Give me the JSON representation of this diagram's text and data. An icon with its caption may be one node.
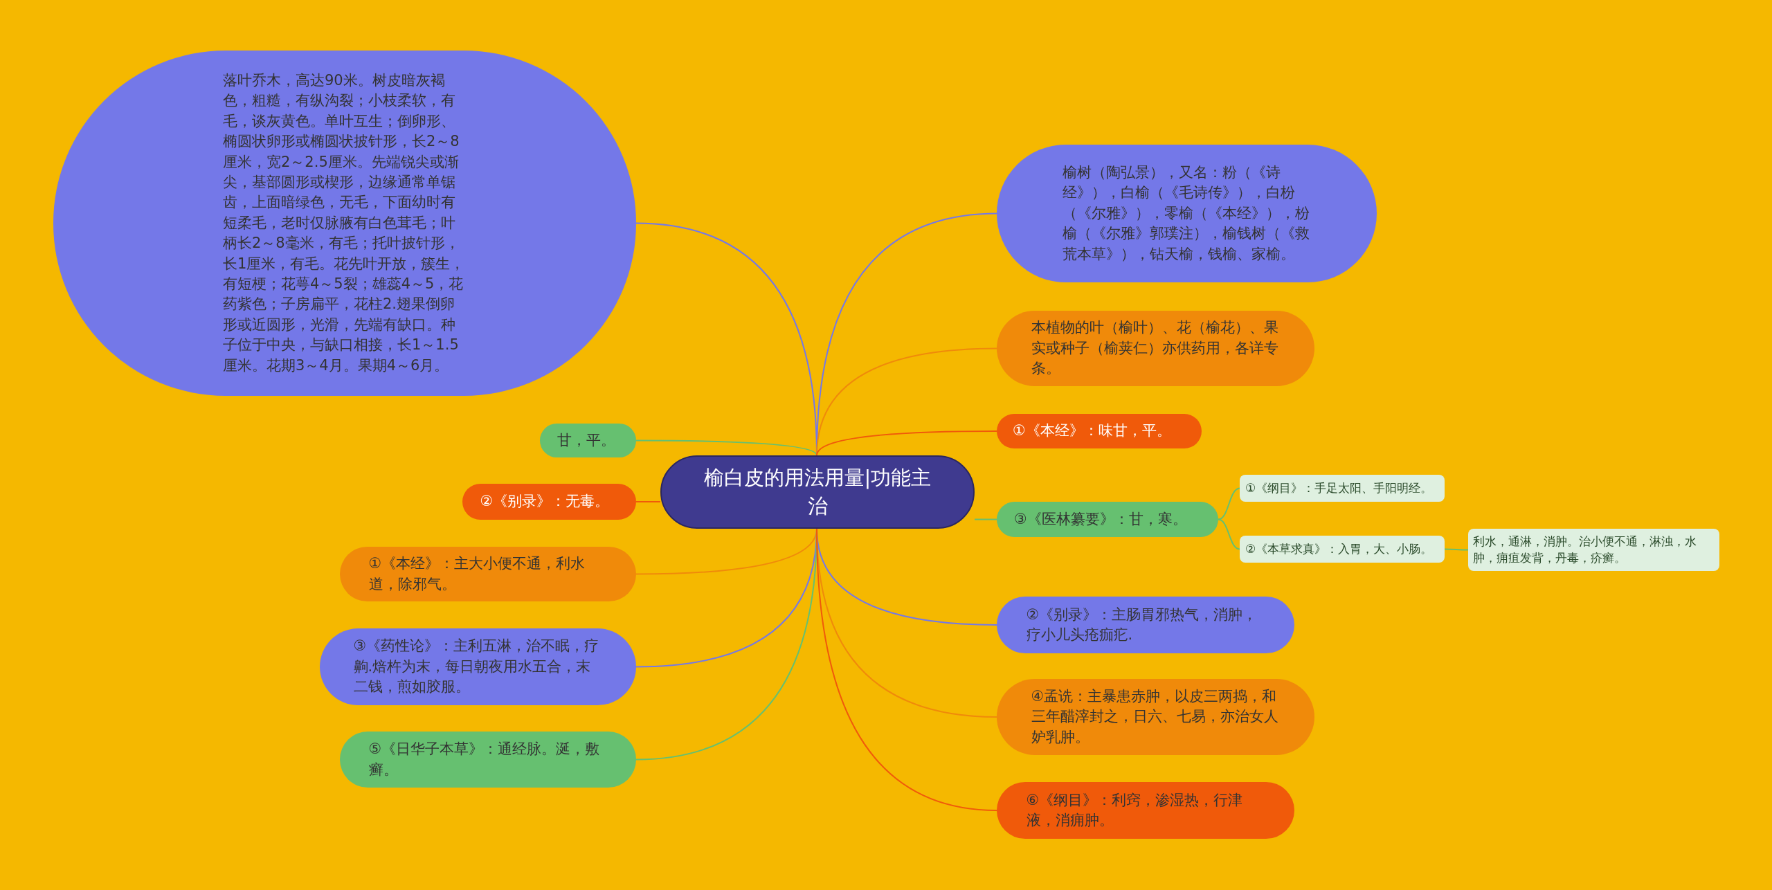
{
  "diagram": {
    "nodes": [
      {
        "text": [
          "榆白皮的用法用量|功能主治"
        ]
      },
      {
        "text": [
          "落叶乔木，高达90米。树皮暗灰褐色，粗糙，有纵沟裂；小枝柔软，有毛，谈灰黄色。单叶互生；倒卵形、椭圆状卵形或椭圆状披针形，长2～8厘米，宽2～2.5厘米。先端锐尖或渐尖，基部圆形或楔形，边缘通常单锯齿，上面暗绿色，无毛，下面幼时有短柔毛，老时仅脉腋有白色茸毛；叶柄长2～8毫米，有毛；托叶披针形，长1厘米，有毛。花先叶开放，簇生，有短梗；花萼4～5裂；雄蕊4～5，花药紫色；子房扁平，花柱2.翅果倒卵形或近圆形，光滑，先端有缺口。种子位于中央，与缺口相接，长1～1.5厘米。花期3～4月。果期4～6月。"
        ]
      },
      {
        "text": [
          "甘，平。"
        ]
      },
      {
        "text": [
          "②《别录》：无毒。"
        ]
      },
      {
        "text": [
          "①《本经》：主大小便不通，利水道，除邪气。"
        ]
      },
      {
        "text": [
          "③《药性论》：主利五淋，治不眠，疗齁.焙杵为末，每日朝夜用水五合，末二钱，煎如胶服。"
        ]
      },
      {
        "text": [
          "⑤《日华子本草》：通经脉。涎，敷癣。"
        ]
      },
      {
        "text": [
          "榆树（陶弘景），又名：粉（《诗经》），白榆（《毛诗传》），白枌（《尔雅》），零榆（《本经》），枌榆（《尔雅》郭璞注），榆钱树（《救荒本草》），钻天榆，钱榆、家榆。"
        ]
      },
      {
        "text": [
          "本植物的叶（榆叶）、花（榆花）、果实或种子（榆荚仁）亦供药用，各详专条。"
        ]
      },
      {
        "text": [
          "①《本经》：味甘，平。"
        ]
      },
      {
        "text": [
          "③《医林纂要》：甘，寒。"
        ]
      },
      {
        "text": [
          "①《纲目》：手足太阳、手阳明经。"
        ]
      },
      {
        "text": [
          "②《本草求真》：入胃，大、小肠。"
        ]
      },
      {
        "text": [
          "利水，通淋，消肿。治小便不通，淋浊，水肿，痈疽发背，丹毒，疥癣。"
        ]
      },
      {
        "text": [
          "②《别录》：主肠胃邪热气，消肿，疗小儿头疮痂疕."
        ]
      },
      {
        "text": [
          "④孟诜：主暴患赤肿，以皮三两捣，和三年醋滓封之，日六、七易，亦治女人妒乳肿。"
        ]
      },
      {
        "text": [
          "⑥《纲目》：利窍，渗湿热，行津液，消痈肿。"
        ]
      }
    ],
    "edges": [
      {
        "from": 0,
        "to": 1,
        "arrow": "none",
        "color": "#7478e8"
      },
      {
        "from": 0,
        "to": 2,
        "arrow": "none",
        "color": "#66c070"
      },
      {
        "from": 0,
        "to": 3,
        "arrow": "none",
        "color": "#f05a0a"
      },
      {
        "from": 0,
        "to": 4,
        "arrow": "none",
        "color": "#f08a0a"
      },
      {
        "from": 0,
        "to": 5,
        "arrow": "none",
        "color": "#7478e8"
      },
      {
        "from": 0,
        "to": 6,
        "arrow": "none",
        "color": "#66c070"
      },
      {
        "from": 0,
        "to": 7,
        "arrow": "none",
        "color": "#7478e8"
      },
      {
        "from": 0,
        "to": 8,
        "arrow": "none",
        "color": "#f08a0a"
      },
      {
        "from": 0,
        "to": 9,
        "arrow": "none",
        "color": "#f05a0a"
      },
      {
        "from": 0,
        "to": 10,
        "arrow": "none",
        "color": "#66c070"
      },
      {
        "from": 10,
        "to": 11,
        "arrow": "none",
        "color": "#66c070"
      },
      {
        "from": 10,
        "to": 12,
        "arrow": "none",
        "color": "#66c070"
      },
      {
        "from": 12,
        "to": 13,
        "arrow": "none",
        "color": "#66c070"
      },
      {
        "from": 0,
        "to": 14,
        "arrow": "none",
        "color": "#7478e8"
      },
      {
        "from": 0,
        "to": 15,
        "arrow": "none",
        "color": "#f08a0a"
      },
      {
        "from": 0,
        "to": 16,
        "arrow": "none",
        "color": "#f05a0a"
      }
    ]
  }
}
